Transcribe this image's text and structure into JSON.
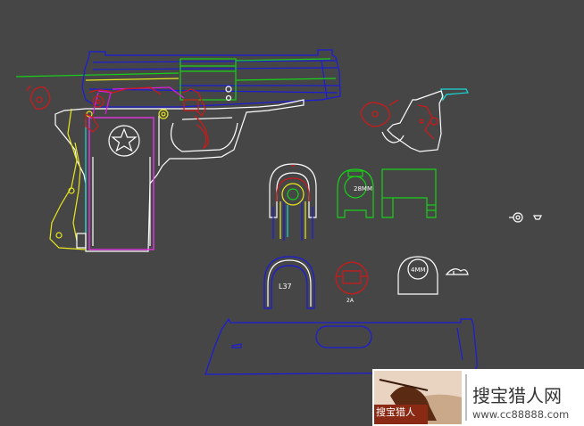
{
  "labels": {
    "barrel_diameter": "28MM",
    "ring_label": "L37",
    "bushing_label": "4MM",
    "small_label": "2A"
  },
  "watermark": {
    "site_name": "搜宝猎人网",
    "url": "www.cc88888.com",
    "logo_text": "搜宝猎人"
  },
  "colors": {
    "background": "#464646",
    "outline": "#ffffff",
    "blue": "#1c1cd8",
    "red": "#d01818",
    "green": "#18d018",
    "yellow": "#e8e81c",
    "magenta": "#e01ce0",
    "cyan": "#18d8d8"
  }
}
